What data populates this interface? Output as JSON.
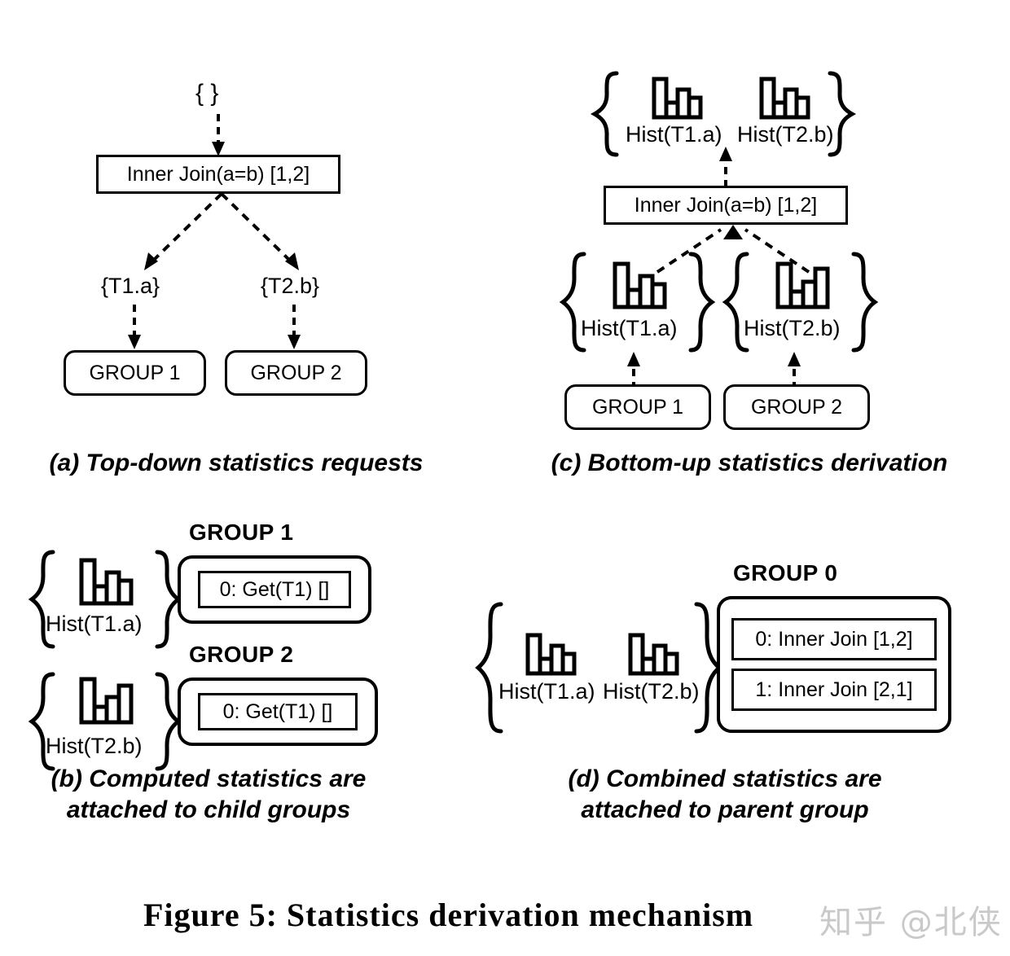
{
  "figure": {
    "caption": "Figure 5:  Statistics  derivation  mechanism",
    "watermark": "知乎 @北侠"
  },
  "panels": [
    {
      "id": "a",
      "caption": "(a) Top-down statistics requests",
      "root_request": "{ }",
      "operator": "Inner Join(a=b) [1,2]",
      "requests": [
        "{T1.a}",
        "{T2.b}"
      ],
      "groups": [
        "GROUP 1",
        "GROUP 2"
      ]
    },
    {
      "id": "c",
      "caption": "(c) Bottom-up statistics derivation",
      "operator": "Inner Join(a=b) [1,2]",
      "top_stats": [
        "Hist(T1.a)",
        "Hist(T2.b)"
      ],
      "child_stats": [
        "Hist(T1.a)",
        "Hist(T2.b)"
      ],
      "groups": [
        "GROUP 1",
        "GROUP 2"
      ],
      "brace_open": "{",
      "brace_close": "}"
    },
    {
      "id": "b",
      "caption_line1": "(b) Computed statistics are",
      "caption_line2": "attached to child groups",
      "entries": [
        {
          "title": "GROUP 1",
          "stat": "Hist(T1.a)",
          "expr": "0: Get(T1) []"
        },
        {
          "title": "GROUP 2",
          "stat": "Hist(T2.b)",
          "expr": "0: Get(T1) []"
        }
      ]
    },
    {
      "id": "d",
      "caption_line1": "(d) Combined statistics are",
      "caption_line2": "attached to parent group",
      "title": "GROUP 0",
      "stats": [
        "Hist(T1.a)",
        "Hist(T2.b)"
      ],
      "exprs": [
        "0: Inner Join [1,2]",
        "1: Inner Join [2,1]"
      ]
    }
  ],
  "icons": {
    "histogram_name": "histogram-icon",
    "histogram_descending": [
      100,
      38,
      72,
      55
    ],
    "histogram_ascending": [
      100,
      30,
      62,
      88
    ],
    "histogram_small": [
      100,
      40,
      78,
      58
    ]
  },
  "colors": {
    "stroke": "#000000",
    "background": "#ffffff",
    "watermark": "#c9c9c9"
  }
}
